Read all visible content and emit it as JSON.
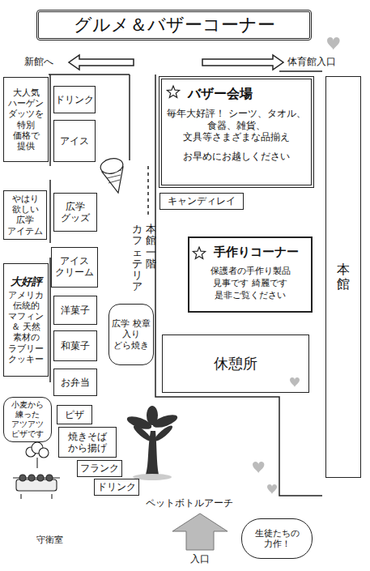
{
  "diagram": {
    "title": "グルメ＆バザーコーナー",
    "nodes": [
      {
        "text": [
          "大人気 ハーゲン ダッツを 特別 価格で 提供"
        ]
      },
      {
        "text": [
          "ドリンク"
        ]
      },
      {
        "text": [
          "アイス"
        ]
      },
      {
        "text": [
          "やはり 欲しい 広学 アイテム"
        ]
      },
      {
        "text": [
          "広学 グッズ"
        ]
      },
      {
        "text": [
          "大好評",
          "アメリカ 伝統的 マフィン ＆ 天然 素材の ラブリー クッキー"
        ]
      },
      {
        "text": [
          "アイス クリーム"
        ]
      },
      {
        "text": [
          "洋菓子"
        ]
      },
      {
        "text": [
          "和菓子"
        ]
      },
      {
        "text": [
          "お弁当"
        ]
      },
      {
        "text": [
          "広学 校章 入り どら焼き"
        ]
      },
      {
        "text": [
          "小麦から 練った アツアツ ピザです"
        ]
      },
      {
        "text": [
          "ピザ"
        ]
      },
      {
        "text": [
          "焼きそば から揚げ"
        ]
      },
      {
        "text": [
          "フランク"
        ]
      },
      {
        "text": [
          "ドリンク"
        ]
      },
      {
        "text": [
          "バザー会場",
          "毎年大好評！ シーツ、タオル、食器、雑貨、 文具等さまざまな品揃え",
          "お早めにお越しください"
        ]
      },
      {
        "text": [
          "キャンディレイ"
        ]
      },
      {
        "text": [
          "手作りコーナー",
          "保護者の手作り製品 見事です 綺麗です 是非ご覧ください"
        ]
      },
      {
        "text": [
          "休憩所"
        ]
      },
      {
        "text": [
          "本館"
        ]
      },
      {
        "text": [
          "生徒たちの 力作！"
        ]
      }
    ],
    "labels": [
      "新館へ",
      "体育館入口",
      "本館一階",
      "カフェテリア",
      "ペットボトルアーチ",
      "入口",
      "守衛室"
    ]
  }
}
